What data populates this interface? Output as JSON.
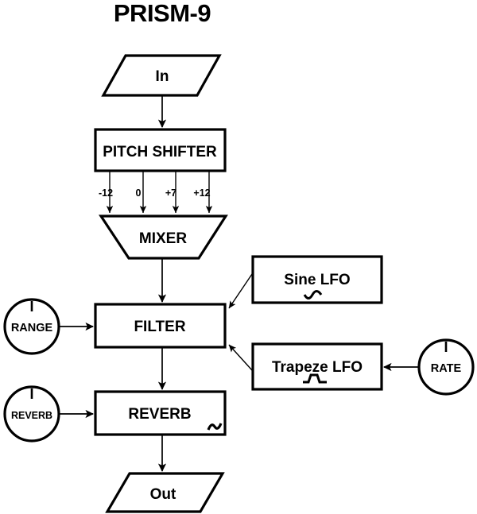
{
  "title": "PRISM-9",
  "nodes": {
    "input": {
      "label": "In",
      "shape": "parallelogram"
    },
    "pitch_shifter": {
      "label": "PITCH SHIFTER",
      "shape": "rectangle"
    },
    "mixer": {
      "label": "MIXER",
      "shape": "trapezoid"
    },
    "filter": {
      "label": "FILTER",
      "shape": "rectangle"
    },
    "reverb": {
      "label": "REVERB",
      "shape": "rectangle",
      "glyph": "wave-squiggle-icon"
    },
    "output": {
      "label": "Out",
      "shape": "parallelogram"
    },
    "sine_lfo": {
      "label": "Sine LFO",
      "shape": "rectangle",
      "glyph": "sine-wave-icon"
    },
    "trapeze_lfo": {
      "label": "Trapeze LFO",
      "shape": "rectangle",
      "glyph": "trapezoid-wave-icon"
    }
  },
  "intervals": {
    "labels": [
      "-12",
      "0",
      "+7",
      "+12"
    ]
  },
  "knobs": [
    {
      "label": "RANGE",
      "indicator_position": "12-oclock",
      "target": "FILTER"
    },
    {
      "label": "REVERB",
      "indicator_position": "12-oclock",
      "target": "REVERB"
    },
    {
      "label": "RATE",
      "indicator_position": "12-oclock",
      "target": "Trapeze LFO"
    }
  ],
  "colors": {
    "stroke": "#000000",
    "fill": "#ffffff",
    "background": "#ffffff"
  }
}
